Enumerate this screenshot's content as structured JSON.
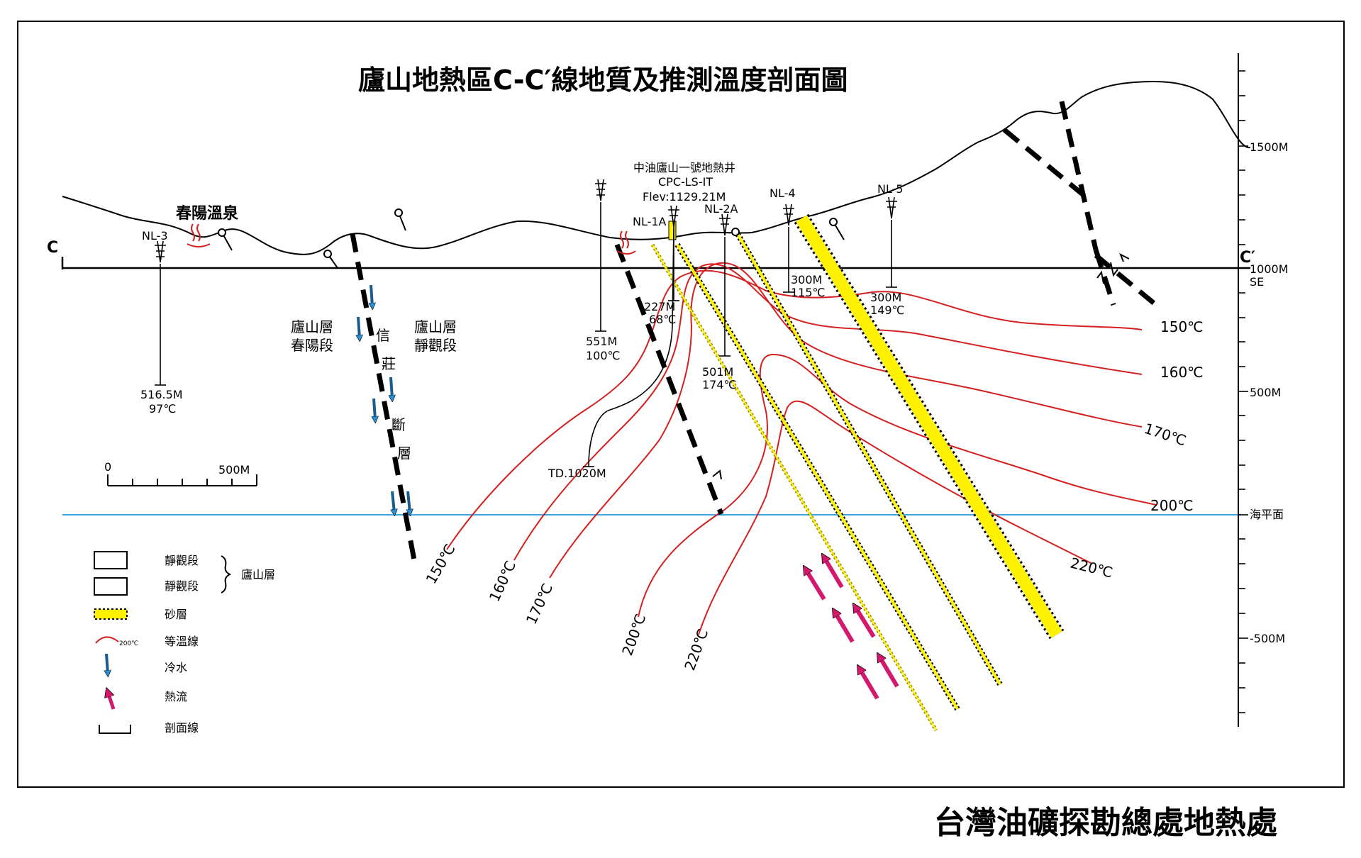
{
  "title": "廬山地熱區C-C′線地質及推測溫度剖面圖",
  "footer": "台灣油礦探勘總處地熱處",
  "section": {
    "start": "C",
    "end": "C′",
    "end_dir": "SE",
    "hot_spring": "春陽溫泉"
  },
  "well_main": {
    "name": "中油廬山一號地熱井",
    "code": "CPC-LS-IT",
    "elev": "Flev:1129.21M",
    "depth": "TD.1020M"
  },
  "wells": [
    {
      "name": "NL-3",
      "depth": "516.5M",
      "temp": "97℃"
    },
    {
      "name": "",
      "depth": "551M",
      "temp": "100℃"
    },
    {
      "name": "NL-1A",
      "depth": "227M",
      "temp": "68℃"
    },
    {
      "name": "NL-2A",
      "depth": "501M",
      "temp": "174℃"
    },
    {
      "name": "NL-4",
      "depth": "300M",
      "temp": "115℃"
    },
    {
      "name": "NL-5",
      "depth": "300M",
      "temp": "149℃"
    }
  ],
  "formations": {
    "left": [
      "廬山層",
      "春陽段"
    ],
    "right": [
      "廬山層",
      "靜觀段"
    ],
    "fault": [
      "信",
      "莊",
      "斷",
      "層"
    ]
  },
  "elevation_axis": [
    "1500M",
    "1000M",
    "500M",
    "海平面",
    "-500M"
  ],
  "isotherms_right": [
    "150℃",
    "160℃",
    "170℃",
    "200℃",
    "220℃"
  ],
  "isotherms_bottom": [
    "150℃",
    "160℃",
    "170℃",
    "200℃",
    "220℃"
  ],
  "scale": {
    "start": "0",
    "end": "500M"
  },
  "legend": {
    "row1": "靜觀段",
    "row2": "靜觀段",
    "brace": "廬山層",
    "sand": "砂層",
    "isotherm": "等溫線",
    "isotherm_sample": "200℃",
    "cold": "冷水",
    "heat": "熱流",
    "section": "剖面線"
  }
}
